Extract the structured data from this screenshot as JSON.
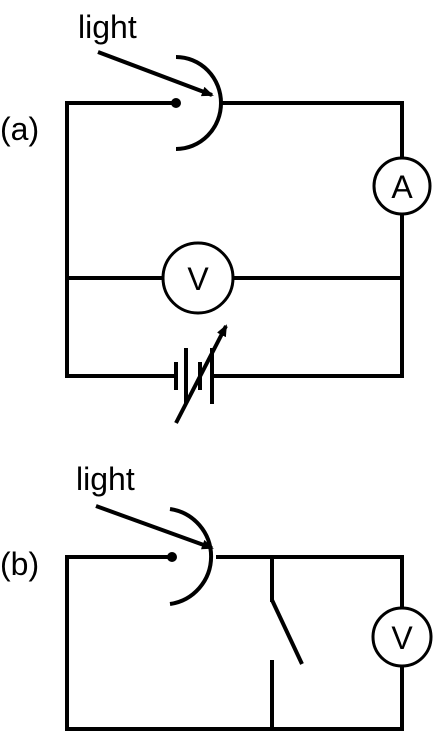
{
  "circuit_a": {
    "label": "(a)",
    "light_label": "light",
    "ammeter_label": "A",
    "voltmeter_label": "V"
  },
  "circuit_b": {
    "label": "(b)",
    "light_label": "light",
    "voltmeter_label": "V"
  },
  "colors": {
    "line": "#000000",
    "background": "#ffffff"
  }
}
